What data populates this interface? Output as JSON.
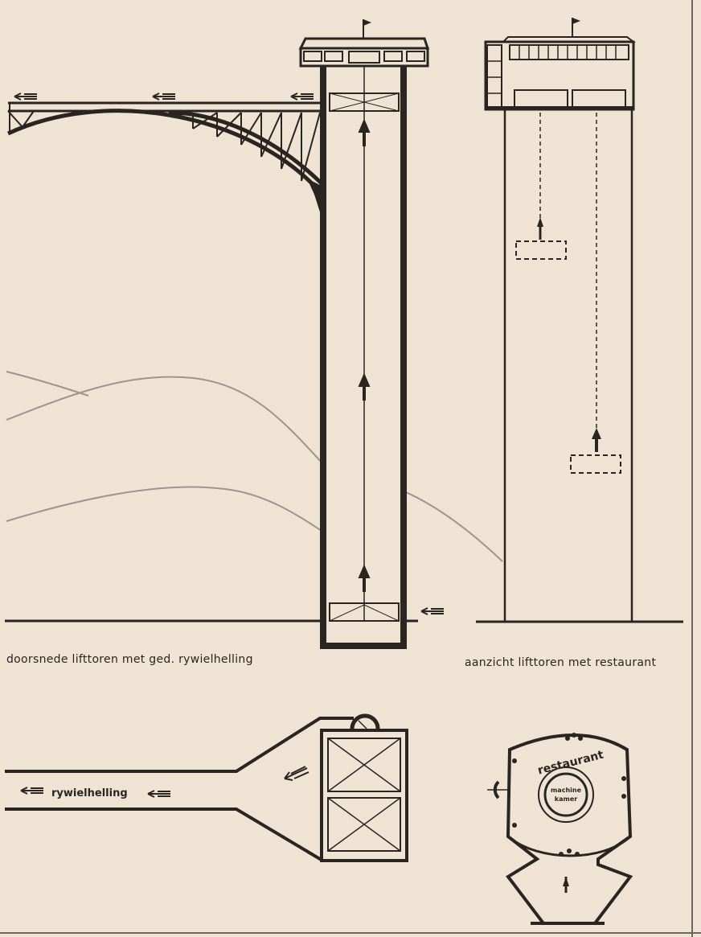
{
  "captions": {
    "section": "doorsnede lifttoren met ged. rywielhelling",
    "elevation": "aanzicht lifttoren met restaurant"
  },
  "plan_labels": {
    "ramp": "rywielhelling",
    "restaurant": "restaurant",
    "machine_room_line1": "machine",
    "machine_room_line2": "kamer"
  },
  "colors": {
    "paper": "#efe3d3",
    "ink": "#2a2520",
    "pencil": "#9d958c"
  }
}
